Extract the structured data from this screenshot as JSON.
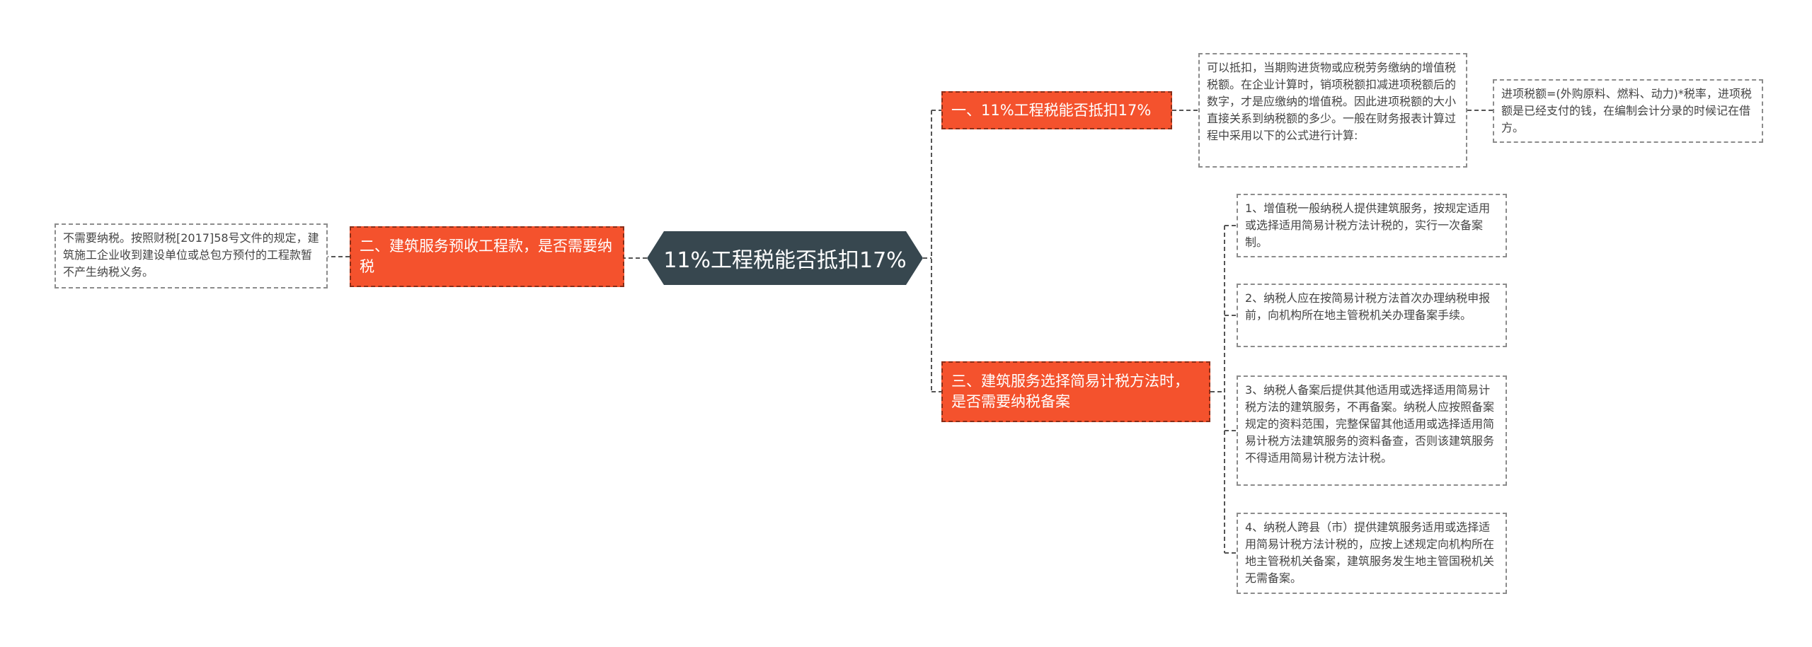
{
  "root": {
    "label": "11%工程税能否抵扣17%"
  },
  "branches": [
    {
      "label": "一、11%工程税能否抵扣17%"
    },
    {
      "label": "二、建筑服务预收工程款，是否需要纳税"
    },
    {
      "label": "三、建筑服务选择简易计税方法时，是否需要纳税备案"
    }
  ],
  "leaves": {
    "b1_detail": "可以抵扣，当期购进货物或应税劳务缴纳的增值税税额。在企业计算时，销项税额扣减进项税额后的数字，才是应缴纳的增值税。因此进项税额的大小直接关系到纳税额的多少。一般在财务报表计算过程中采用以下的公式进行计算:",
    "b1_formula": "进项税额=(外购原料、燃料、动力)*税率，进项税额是已经支付的钱，在编制会计分录的时候记在借方。",
    "b2_detail": "不需要纳税。按照财税[2017]58号文件的规定，建筑施工企业收到建设单位或总包方预付的工程款暂不产生纳税义务。",
    "b3_items": [
      "1、增值税一般纳税人提供建筑服务，按规定适用或选择适用简易计税方法计税的，实行一次备案制。",
      "2、纳税人应在按简易计税方法首次办理纳税申报前，向机构所在地主管税机关办理备案手续。",
      "3、纳税人备案后提供其他适用或选择适用简易计税方法的建筑服务，不再备案。纳税人应按照备案规定的资料范围，完整保留其他适用或选择适用简易计税方法建筑服务的资料备查，否则该建筑服务不得适用简易计税方法计税。",
      "4、纳税人跨县（市）提供建筑服务适用或选择适用简易计税方法计税的，应按上述规定向机构所在地主管税机关备案，建筑服务发生地主管国税机关无需备案。"
    ]
  }
}
